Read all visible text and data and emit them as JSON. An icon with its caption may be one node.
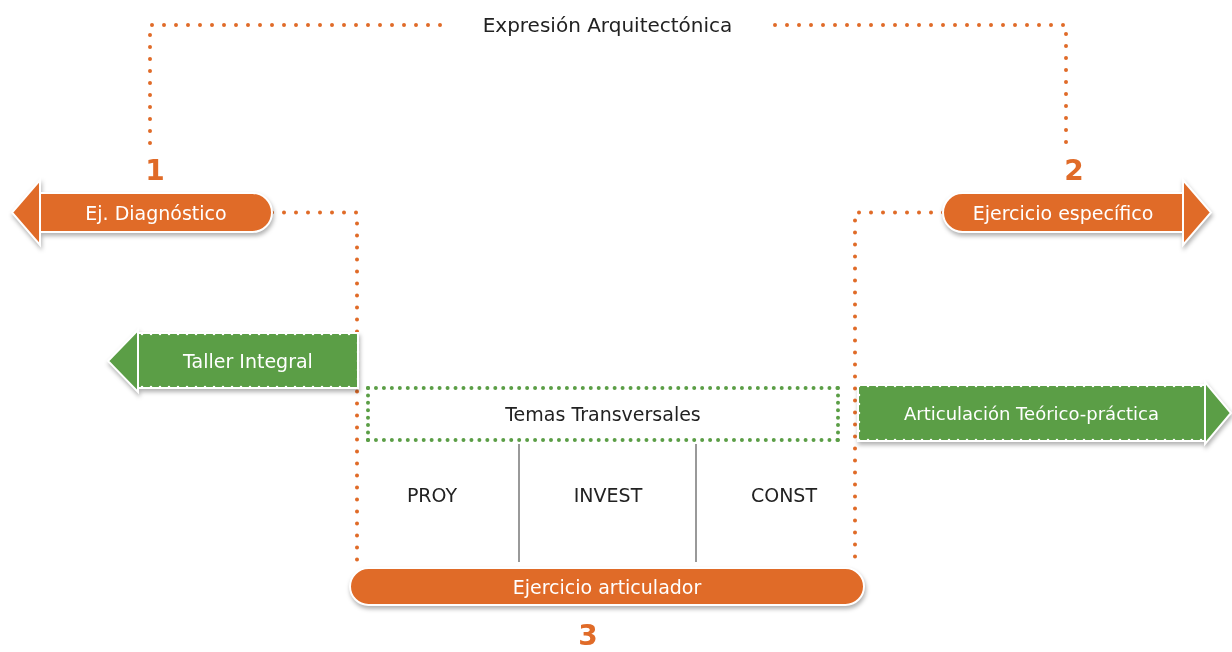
{
  "diagram": {
    "nodes": [
      {
        "text": [
          "Expresión Arquitectónica"
        ]
      },
      {
        "text": [
          "Ej. Diagnóstico"
        ],
        "beside": [
          "1"
        ]
      },
      {
        "text": [
          "Ejercicio específico"
        ],
        "beside": [
          "2"
        ]
      },
      {
        "text": [
          "Taller Integral"
        ]
      },
      {
        "text": [
          "Temas Transversales"
        ]
      },
      {
        "text": [
          "Articulación Teórico-práctica"
        ]
      },
      {
        "text": [
          "Ejercicio articulador"
        ],
        "beside": [
          "3"
        ]
      }
    ],
    "edges": [
      {
        "from": 0,
        "to": 1,
        "arrow": "none",
        "style": "dashed"
      },
      {
        "from": 0,
        "to": 2,
        "arrow": "none",
        "style": "dashed"
      },
      {
        "from": 1,
        "to": 6,
        "arrow": "none",
        "style": "dashed"
      },
      {
        "from": 2,
        "to": 6,
        "arrow": "none",
        "style": "dashed"
      }
    ],
    "labels": [
      "PROY",
      "INVEST",
      "CONST"
    ]
  }
}
